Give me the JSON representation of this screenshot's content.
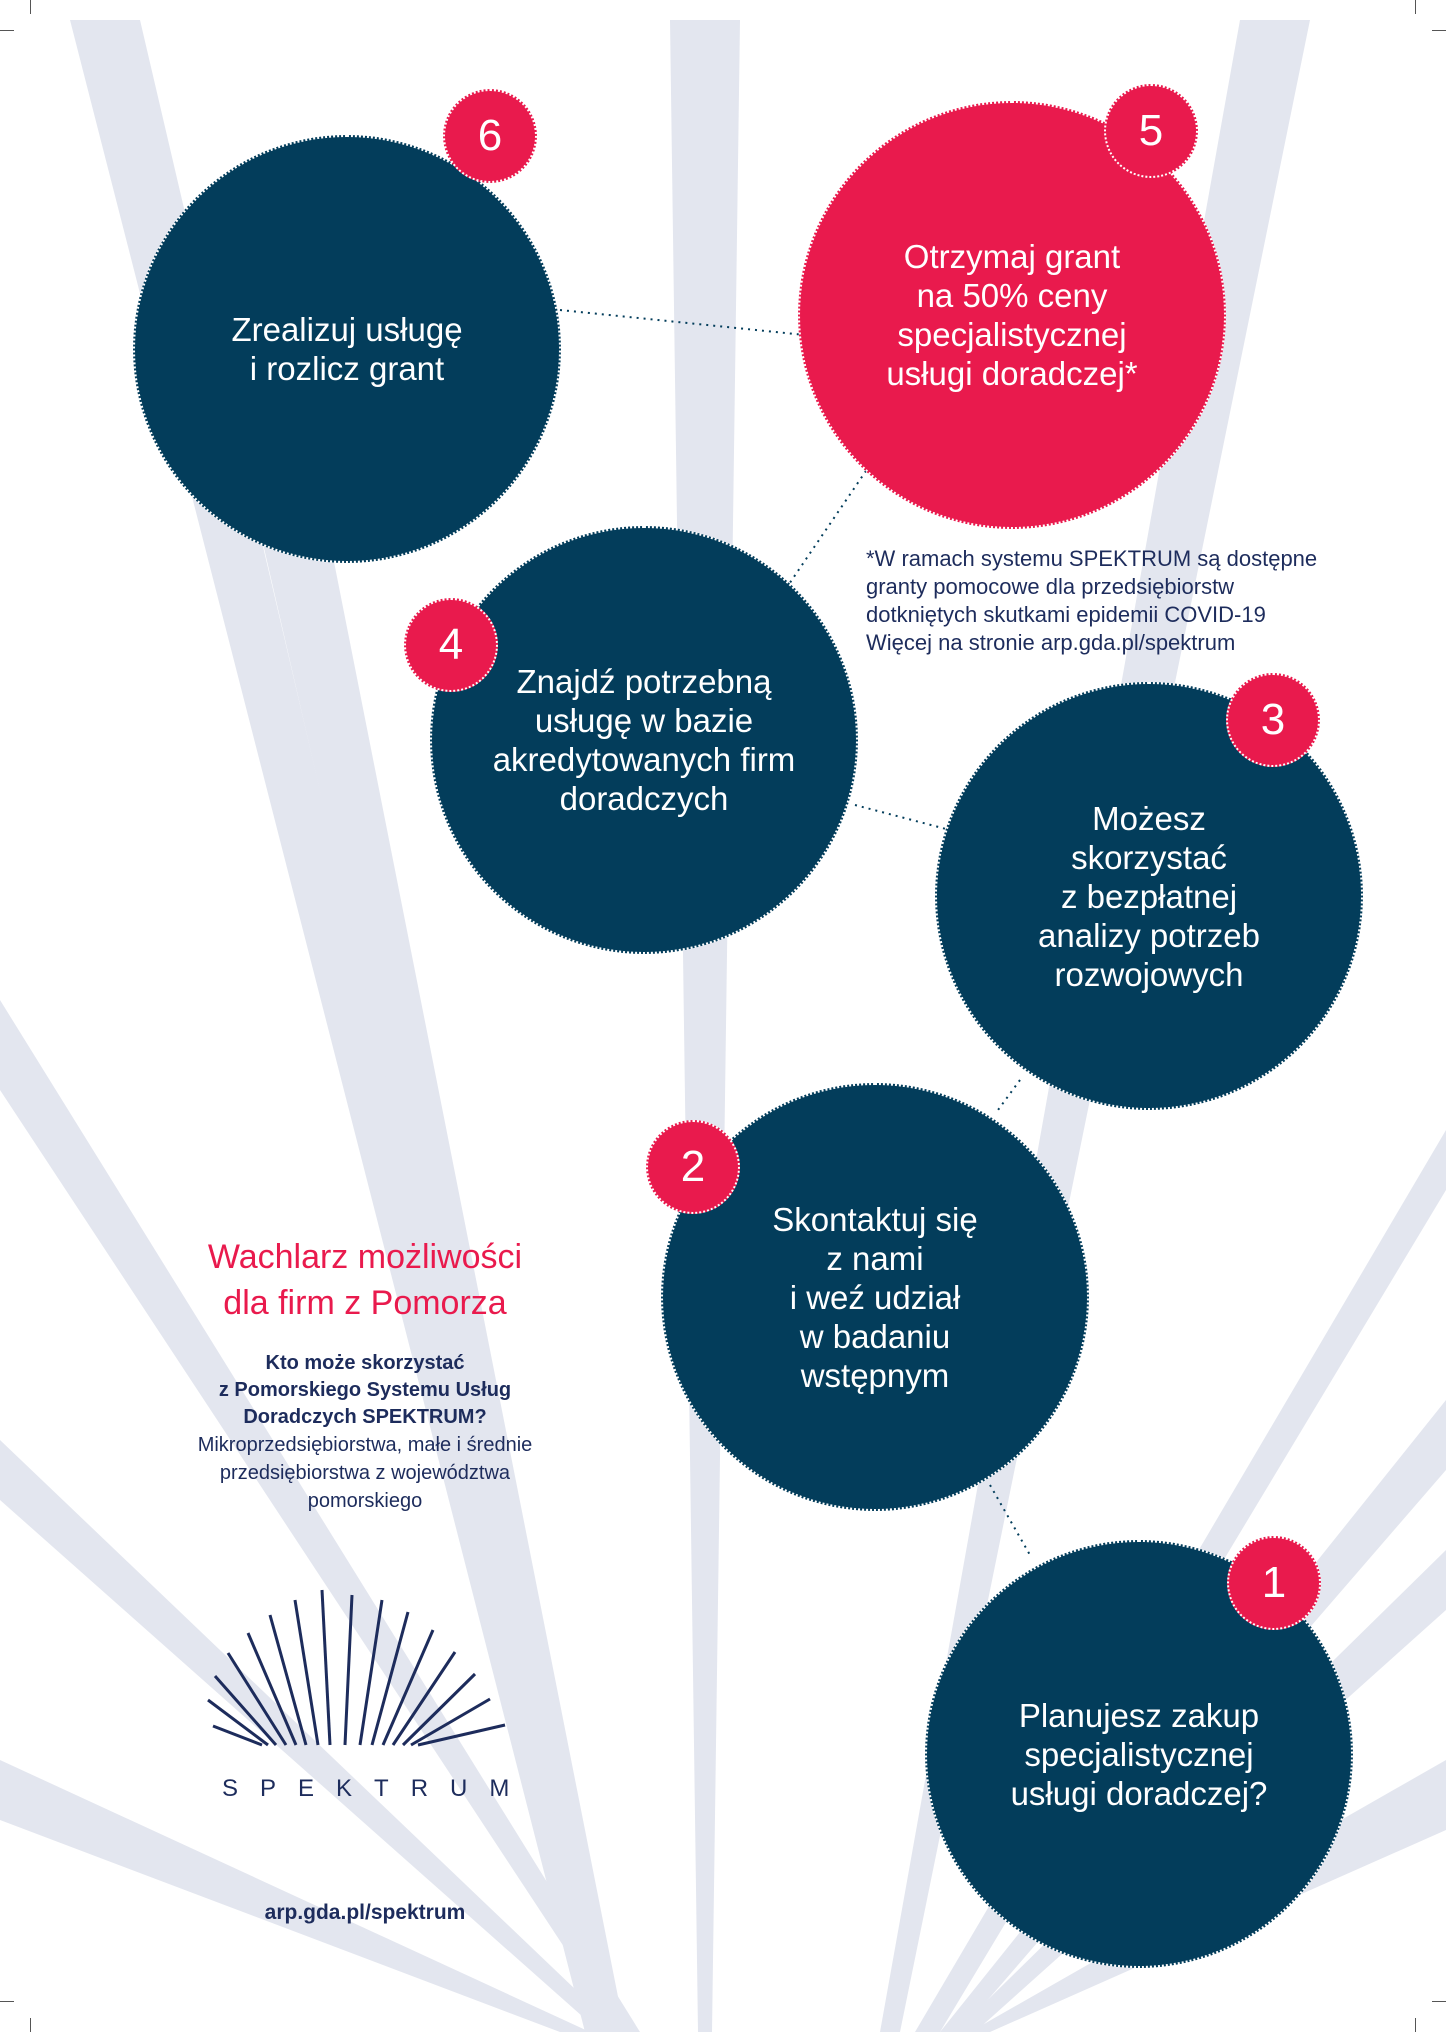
{
  "steps": {
    "s1": {
      "num": "1",
      "text": "Planujesz zakup\nspecjalistycznej\nusługi doradczej?"
    },
    "s2": {
      "num": "2",
      "text": "Skontaktuj się\nz nami\ni weź udział\nw badaniu\nwstępnym"
    },
    "s3": {
      "num": "3",
      "text": "Możesz\nskorzystać\nz bezpłatnej\nanalizy potrzeb\nrozwojowych"
    },
    "s4": {
      "num": "4",
      "text": "Znajdź potrzebną\nusługę w bazie\nakredytowanych firm\ndoradczych"
    },
    "s5": {
      "num": "5",
      "text": "Otrzymaj grant\nna 50% ceny\nspecjalistycznej\nusługi doradczej*"
    },
    "s6": {
      "num": "6",
      "text": "Zrealizuj usługę\ni rozlicz grant"
    }
  },
  "footnote": "*W ramach systemu SPEKTRUM są dostępne\ngranty pomocowe dla przedsiębiorstw\ndotkniętych skutkami epidemii COVID-19\nWięcej na stronie arp.gda.pl/spektrum",
  "headline": "Wachlarz możliwości\ndla firm z Pomorza",
  "question": "Kto może skorzystać\nz Pomorskiego Systemu Usług\nDoradczych SPEKTRUM?",
  "answer": "Mikroprzedsiębiorstwa, małe i średnie\nprzedsiębiorstwa z województwa\npomorskiego",
  "logo_text": "SPEKTRUM",
  "url": "arp.gda.pl/spektrum",
  "colors": {
    "navy": "#033d5b",
    "red": "#e91a4d",
    "ray": "#e3e6ef",
    "text_dark": "#1d2c5c"
  }
}
